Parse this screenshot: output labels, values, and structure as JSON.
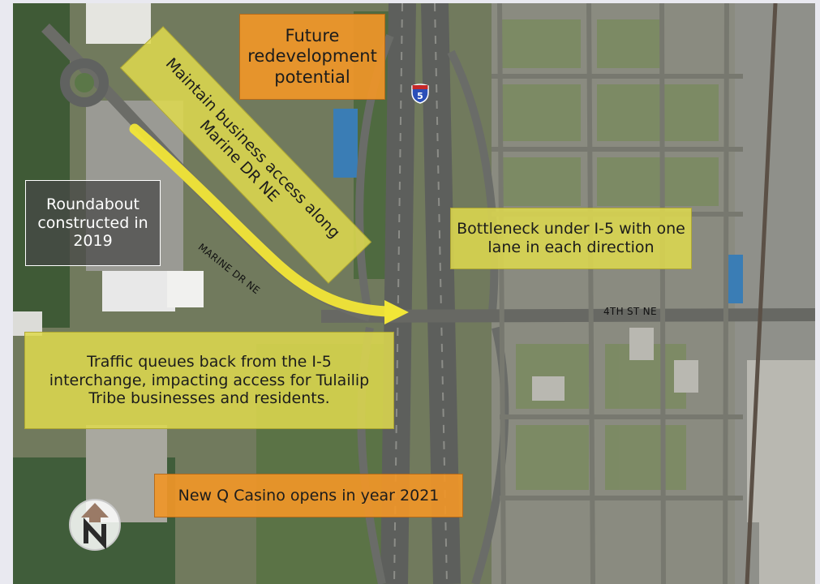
{
  "callouts": {
    "future": "Future redevelopment potential",
    "business": "Maintain business access along Marine DR NE",
    "roundabout": "Roundabout constructed in 2019",
    "bottleneck": "Bottleneck under I-5 with one lane in each direction",
    "traffic": "Traffic queues back from the I-5 interchange, impacting access for Tulailip Tribe businesses and residents.",
    "casino": "New Q Casino opens in year 2021"
  },
  "road_labels": {
    "marine": "MARINE DR NE",
    "fourth": "4TH ST NE"
  },
  "shield": {
    "number": "5",
    "color": "#2b4fb8"
  },
  "icons": [
    "interstate-shield-icon",
    "north-arrow-icon"
  ],
  "colors": {
    "yellow_callout": "#dedA4e",
    "orange_callout": "#f0962a",
    "highlight_arrow": "#f2e637"
  }
}
